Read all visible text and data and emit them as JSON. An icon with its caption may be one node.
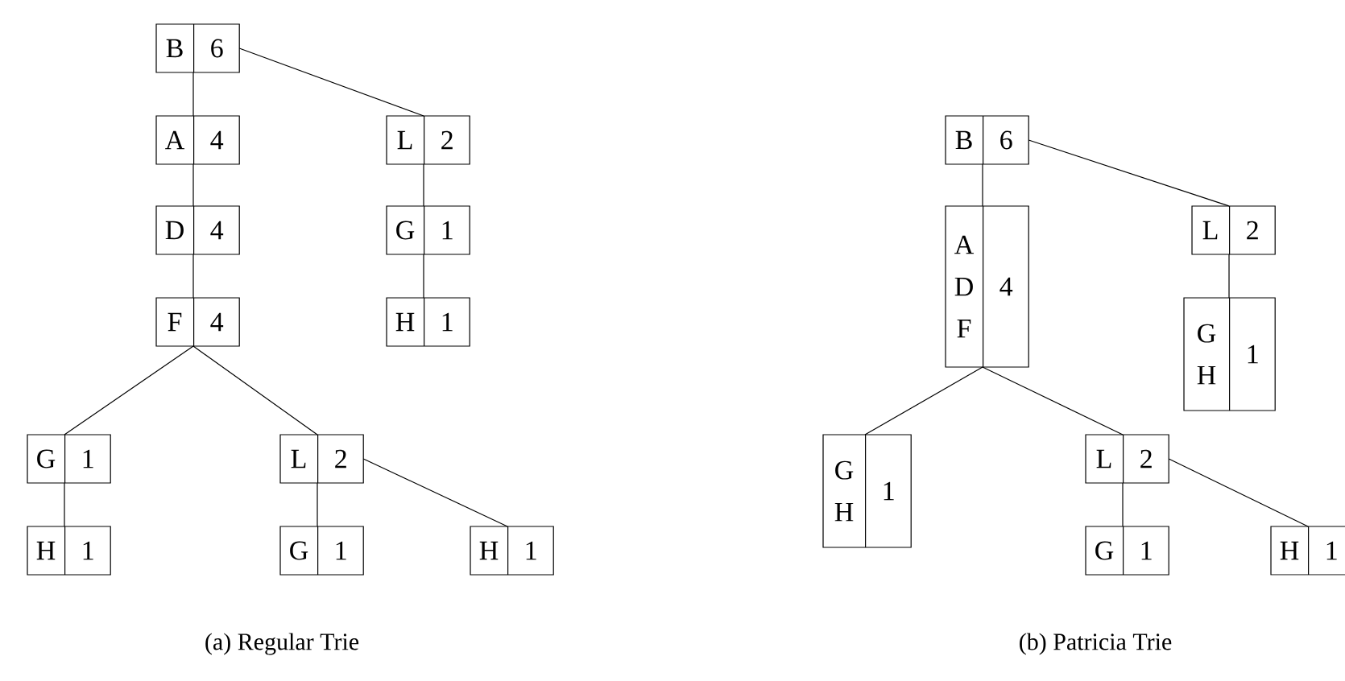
{
  "diagram": {
    "nodes": [
      {
        "text": [
          "B",
          "6"
        ]
      },
      {
        "text": [
          "A",
          "4"
        ]
      },
      {
        "text": [
          "L",
          "2"
        ]
      },
      {
        "text": [
          "D",
          "4"
        ]
      },
      {
        "text": [
          "G",
          "1"
        ]
      },
      {
        "text": [
          "F",
          "4"
        ]
      },
      {
        "text": [
          "H",
          "1"
        ]
      },
      {
        "text": [
          "G",
          "1"
        ]
      },
      {
        "text": [
          "L",
          "2"
        ]
      },
      {
        "text": [
          "H",
          "1"
        ]
      },
      {
        "text": [
          "G",
          "1"
        ]
      },
      {
        "text": [
          "H",
          "1"
        ]
      },
      {
        "text": [
          "B",
          "6"
        ]
      },
      {
        "text": [
          "A D F",
          "4"
        ]
      },
      {
        "text": [
          "L",
          "2"
        ]
      },
      {
        "text": [
          "G H",
          "1"
        ]
      },
      {
        "text": [
          "G H",
          "1"
        ]
      },
      {
        "text": [
          "L",
          "2"
        ]
      },
      {
        "text": [
          "G",
          "1"
        ]
      },
      {
        "text": [
          "H",
          "1"
        ]
      }
    ],
    "edges": [
      {
        "from": 0,
        "to": 1,
        "arrow": "none"
      },
      {
        "from": 0,
        "to": 2,
        "arrow": "none"
      },
      {
        "from": 1,
        "to": 3,
        "arrow": "none"
      },
      {
        "from": 2,
        "to": 4,
        "arrow": "none"
      },
      {
        "from": 3,
        "to": 5,
        "arrow": "none"
      },
      {
        "from": 4,
        "to": 6,
        "arrow": "none"
      },
      {
        "from": 5,
        "to": 7,
        "arrow": "none"
      },
      {
        "from": 5,
        "to": 8,
        "arrow": "none"
      },
      {
        "from": 7,
        "to": 9,
        "arrow": "none"
      },
      {
        "from": 8,
        "to": 10,
        "arrow": "none"
      },
      {
        "from": 8,
        "to": 11,
        "arrow": "none"
      },
      {
        "from": 12,
        "to": 13,
        "arrow": "none"
      },
      {
        "from": 12,
        "to": 14,
        "arrow": "none"
      },
      {
        "from": 14,
        "to": 15,
        "arrow": "none"
      },
      {
        "from": 13,
        "to": 16,
        "arrow": "none"
      },
      {
        "from": 13,
        "to": 17,
        "arrow": "none"
      },
      {
        "from": 17,
        "to": 18,
        "arrow": "none"
      },
      {
        "from": 17,
        "to": 19,
        "arrow": "none"
      }
    ],
    "labels": [
      "(a) Regular Trie",
      "(b) Patricia Trie"
    ]
  }
}
